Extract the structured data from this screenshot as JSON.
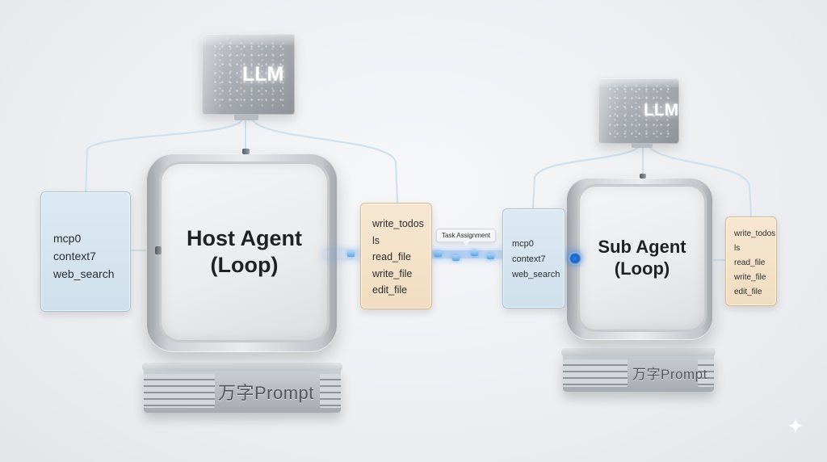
{
  "host": {
    "llm_label": "LLM",
    "agent_title_line1": "Host Agent",
    "agent_title_line2": "(Loop)",
    "left_tools": [
      "mcp0",
      "context7",
      "web_search"
    ],
    "right_tools": [
      "write_todos",
      "ls",
      "read_file",
      "write_file",
      "edit_file"
    ],
    "stand_label": "万字Prompt"
  },
  "sub": {
    "llm_label": "LLM",
    "agent_title_line1": "Sub Agent",
    "agent_title_line2": "(Loop)",
    "left_tools": [
      "mcp0",
      "context7",
      "web_search"
    ],
    "right_tools": [
      "write_todos",
      "ls",
      "read_file",
      "write_file",
      "edit_file"
    ],
    "stand_label": "万字Prompt"
  },
  "link": {
    "tooltip": "Task Assignment"
  },
  "colors": {
    "beam": "#5ea4e3",
    "blue_panel": "#cfe0ec",
    "peach_panel": "#f1ddc0"
  },
  "icons": {
    "corner_mark": "sparkle-icon"
  }
}
